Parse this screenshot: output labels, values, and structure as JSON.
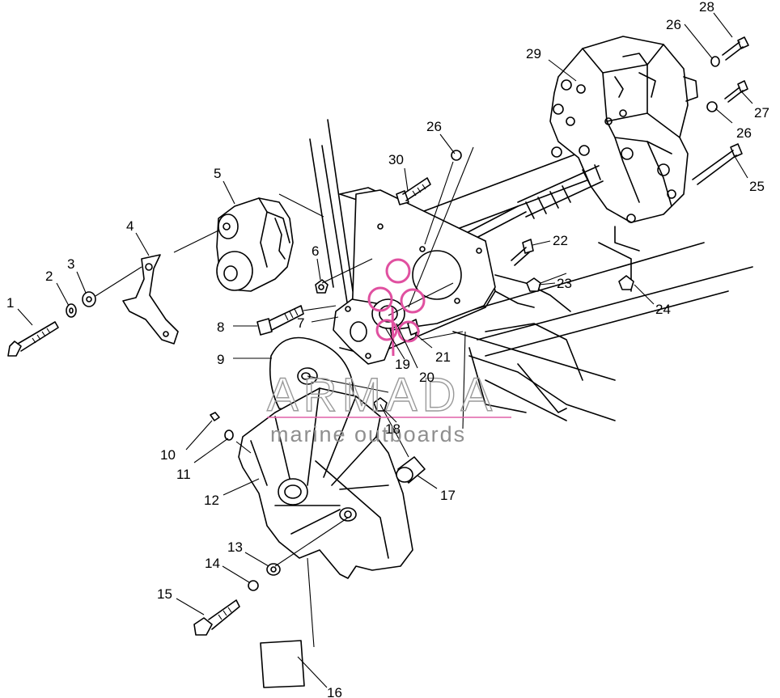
{
  "callouts": [
    {
      "n": "1"
    },
    {
      "n": "2"
    },
    {
      "n": "3"
    },
    {
      "n": "4"
    },
    {
      "n": "5"
    },
    {
      "n": "6"
    },
    {
      "n": "7"
    },
    {
      "n": "8"
    },
    {
      "n": "9"
    },
    {
      "n": "10"
    },
    {
      "n": "11"
    },
    {
      "n": "12"
    },
    {
      "n": "13"
    },
    {
      "n": "14"
    },
    {
      "n": "15"
    },
    {
      "n": "16"
    },
    {
      "n": "17"
    },
    {
      "n": "18"
    },
    {
      "n": "19"
    },
    {
      "n": "20"
    },
    {
      "n": "21"
    },
    {
      "n": "22"
    },
    {
      "n": "23"
    },
    {
      "n": "24"
    },
    {
      "n": "25"
    },
    {
      "n": "26"
    },
    {
      "n": "26"
    },
    {
      "n": "26"
    },
    {
      "n": "27"
    },
    {
      "n": "28"
    },
    {
      "n": "29"
    },
    {
      "n": "30"
    }
  ],
  "watermark": {
    "brand": "ARMADA",
    "tagline": "marine outboards",
    "accent_color": "#e050a0",
    "text_color": "#8f8f8f"
  },
  "icons": {
    "logo": "anchor-flower-logo-icon"
  }
}
